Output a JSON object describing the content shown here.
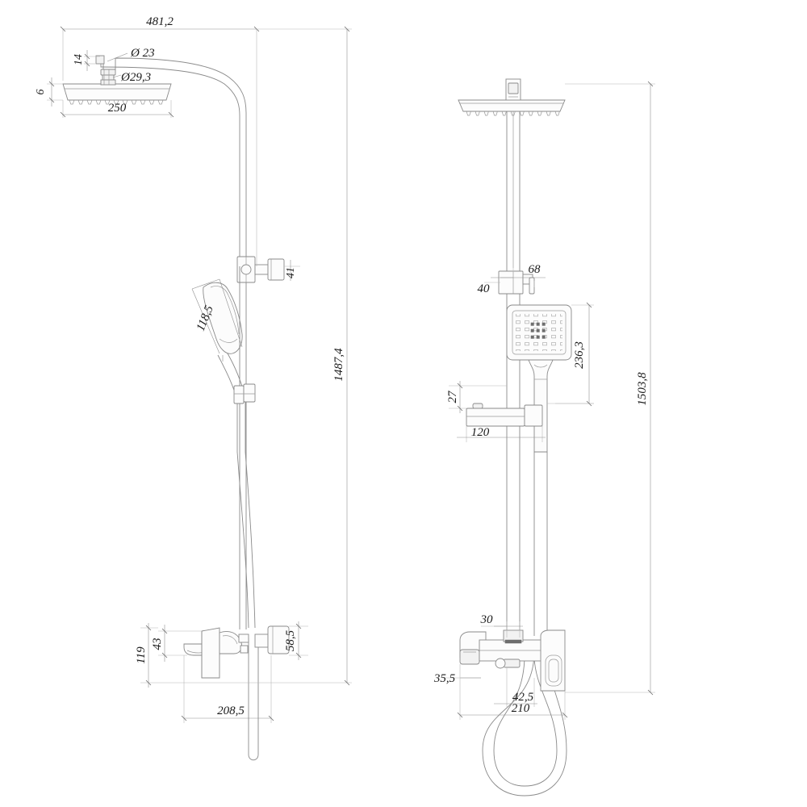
{
  "drawing": {
    "title": "Shower column technical drawing",
    "units": "mm",
    "views": [
      {
        "name": "side-view",
        "label": ""
      },
      {
        "name": "front-view",
        "label": ""
      }
    ]
  },
  "colors": {
    "part_stroke": "#8a8a8a",
    "dimension_stroke": "#8f8f8f",
    "extension_stroke": "#b8b8b8",
    "text": "#1a1a1a",
    "background": "#ffffff"
  },
  "dimensions": {
    "side_view": {
      "overall_width": "481,2",
      "arm_offset": "14",
      "arm_diameter": "Ø 23",
      "head_connector_diameter": "Ø29,3",
      "head_thickness": "6",
      "head_width": "250",
      "handshower_length": "118,5",
      "holder_projection": "41",
      "overall_height": "1487,4",
      "spout_height": "43",
      "mixer_height": "119",
      "diverter_projection": "58,5",
      "spout_projection": "208,5"
    },
    "front_view": {
      "overall_height": "1503,8",
      "bracket_width": "68",
      "bracket_depth": "40",
      "handshower_height": "236,3",
      "rail_offset": "27",
      "rail_width": "120",
      "riser_spacing": "30",
      "mixer_height": "35,5",
      "hose_offset": "42,5",
      "mixer_width": "210"
    }
  },
  "labels": [
    {
      "id": "d-481-2",
      "value": "481,2"
    },
    {
      "id": "d-14",
      "value": "14"
    },
    {
      "id": "d-dia-23",
      "value": "Ø 23"
    },
    {
      "id": "d-dia-29-3",
      "value": "Ø29,3"
    },
    {
      "id": "d-6",
      "value": "6"
    },
    {
      "id": "d-250",
      "value": "250"
    },
    {
      "id": "d-41",
      "value": "41"
    },
    {
      "id": "d-118-5",
      "value": "118,5"
    },
    {
      "id": "d-1487-4",
      "value": "1487,4"
    },
    {
      "id": "d-43",
      "value": "43"
    },
    {
      "id": "d-119",
      "value": "119"
    },
    {
      "id": "d-58-5",
      "value": "58,5"
    },
    {
      "id": "d-208-5",
      "value": "208,5"
    },
    {
      "id": "d-68",
      "value": "68"
    },
    {
      "id": "d-40",
      "value": "40"
    },
    {
      "id": "d-236-3",
      "value": "236,3"
    },
    {
      "id": "d-27",
      "value": "27"
    },
    {
      "id": "d-120",
      "value": "120"
    },
    {
      "id": "d-1503-8",
      "value": "1503,8"
    },
    {
      "id": "d-30",
      "value": "30"
    },
    {
      "id": "d-35-5",
      "value": "35,5"
    },
    {
      "id": "d-42-5",
      "value": "42,5"
    },
    {
      "id": "d-210",
      "value": "210"
    }
  ]
}
